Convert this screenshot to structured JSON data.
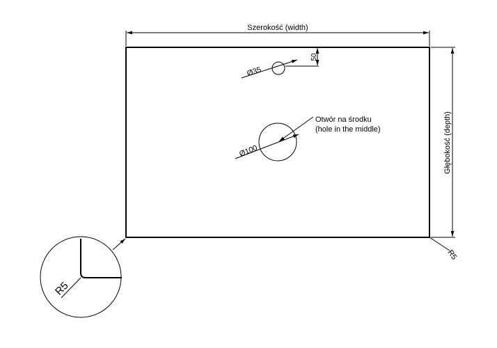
{
  "labels": {
    "width": "Szerokość (width)",
    "depth": "Głębokość (depth)",
    "top_hole_diameter": "Ø35",
    "top_hole_offset": "50",
    "center_hole_diameter": "Ø100",
    "center_hole_note_line1": "Otwór na środku",
    "center_hole_note_line2": "(hole in the middle)",
    "corner_radius": "R5",
    "detail_corner_radius": "R5"
  },
  "colors": {
    "line": "#000000",
    "background": "#ffffff"
  }
}
